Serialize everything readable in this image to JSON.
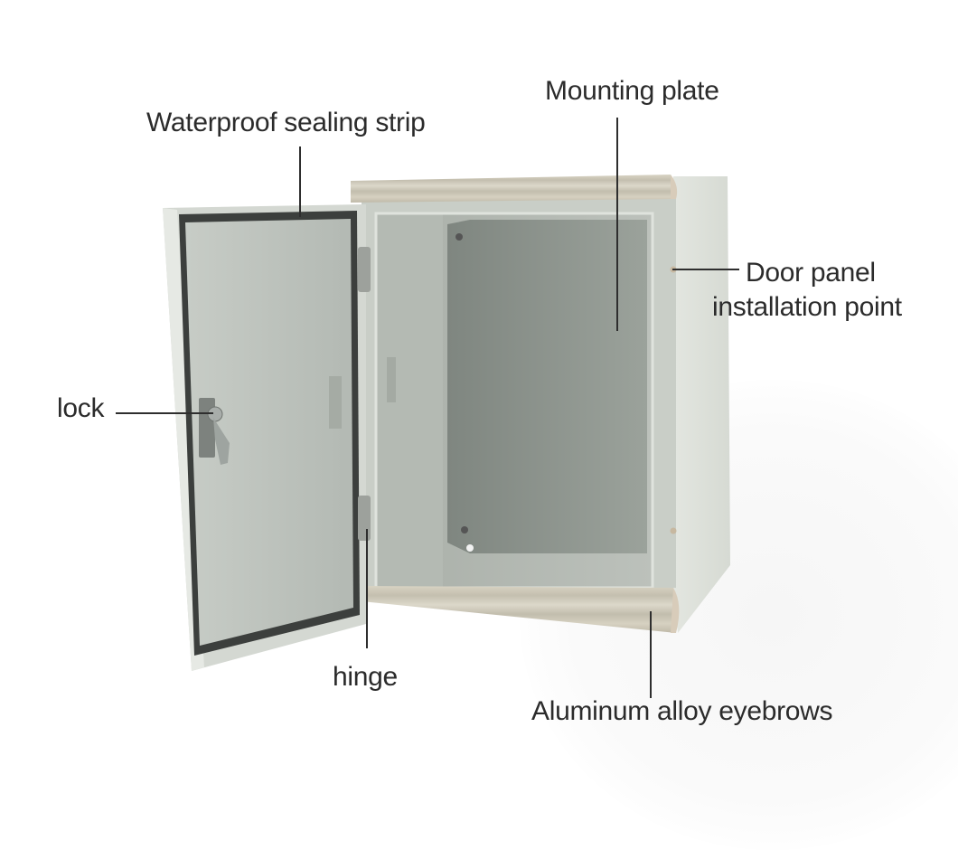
{
  "diagram": {
    "subject": "Wall-mounted electrical enclosure with open door",
    "colors": {
      "background": "#ffffff",
      "label_text": "#2b2b2b",
      "leader_line": "#2e2e2e",
      "enclosure_body": "#d9ddd6",
      "mounting_plate": "#8a918b",
      "aluminum_eyebrow": "#cfcab9",
      "gasket": "#3c3f3d"
    },
    "callouts": [
      {
        "id": "waterproof-sealing-strip",
        "text": "Waterproof sealing strip"
      },
      {
        "id": "mounting-plate",
        "text": "Mounting plate"
      },
      {
        "id": "door-panel-installation-point",
        "text_line1": "Door panel",
        "text_line2": "installation point"
      },
      {
        "id": "lock",
        "text": "lock"
      },
      {
        "id": "hinge",
        "text": "hinge"
      },
      {
        "id": "aluminum-alloy-eyebrows",
        "text": "Aluminum alloy eyebrows"
      }
    ]
  }
}
